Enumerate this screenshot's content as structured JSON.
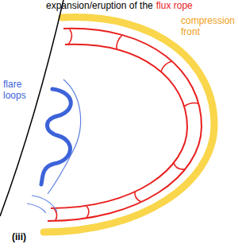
{
  "diagram": {
    "labels": [
      "expansion/eruption of the",
      "flux rope",
      "compression front",
      "flare loops",
      "(iii)"
    ]
  }
}
